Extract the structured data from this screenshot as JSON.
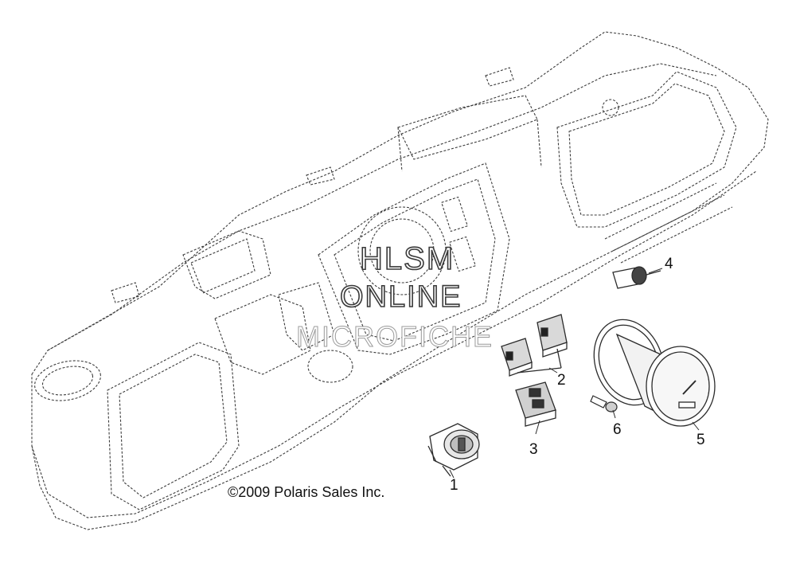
{
  "watermark": {
    "line1": "HLSM",
    "line2": "ONLINE",
    "line3": "MICROFICHE"
  },
  "copyright": "©2009 Polaris Sales Inc.",
  "callouts": [
    "1",
    "2",
    "3",
    "4",
    "5",
    "6"
  ],
  "colors": {
    "line": "#2b2b2b",
    "dashed": "#3c3c3c",
    "background": "#ffffff"
  }
}
